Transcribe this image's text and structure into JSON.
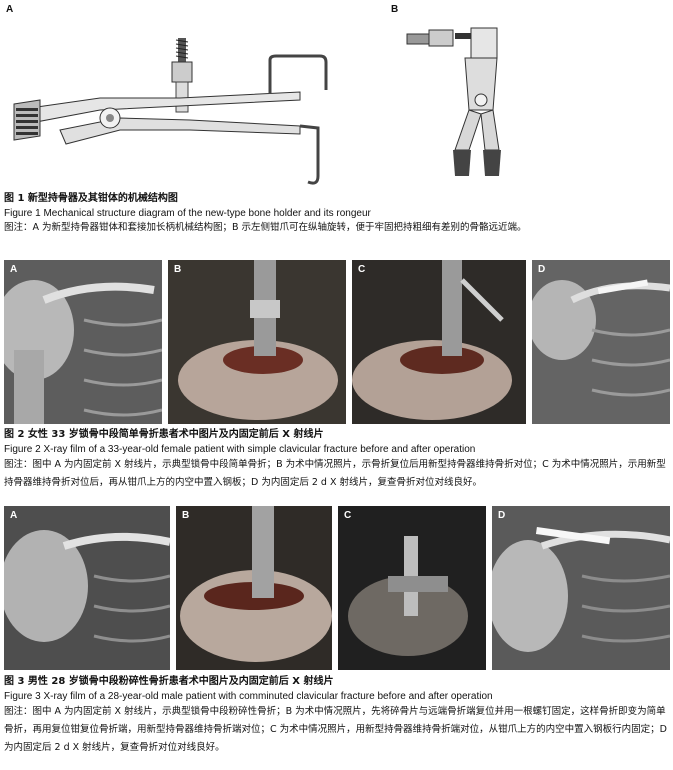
{
  "figure1": {
    "panel_labels": [
      "A",
      "B"
    ],
    "title_zh": "图 1   新型持骨器及其钳体的机械结构图",
    "title_en": "Figure 1    Mechanical structure diagram of the new-type bone holder and its rongeur",
    "note": "图注：A 为新型持骨器钳体和套接加长柄机械结构图；B 示左侧钳爪可在纵轴旋转，便于牢固把持粗细有差别的骨骼远近端。"
  },
  "figure2": {
    "panel_labels": [
      "A",
      "B",
      "C",
      "D"
    ],
    "title_zh": "图 2   女性 33 岁锁骨中段简单骨折患者术中图片及内固定前后 X 射线片",
    "title_en": "Figure 2    X-ray film of a 33-year-old female patient with simple clavicular fracture before and after operation",
    "note": "图注：图中 A 为内固定前 X 射线片，示典型锁骨中段简单骨折；B 为术中情况照片，示骨折复位后用新型持骨器维持骨折对位；C 为术中情况照片，示用新型持骨器维持骨折对位后，再从钳爪上方的内空中置入钢板；D 为内固定后 2 d X 射线片，复查骨折对位对线良好。"
  },
  "figure3": {
    "panel_labels": [
      "A",
      "B",
      "C",
      "D"
    ],
    "title_zh": "图 3   男性 28 岁锁骨中段粉碎性骨折患者术中图片及内固定前后 X 射线片",
    "title_en": "Figure 3    X-ray film of a 28-year-old male patient with comminuted clavicular fracture before and after operation",
    "note": "图注：图中 A 为内固定前 X 射线片，示典型锁骨中段粉碎性骨折；B 为术中情况照片，先将碎骨片与远端骨折端复位并用一根螺钉固定，这样骨折即变为简单骨折，再用复位钳复位骨折端，用新型持骨器维持骨折端对位；C 为术中情况照片，用新型持骨器维持骨折端对位，从钳爪上方的内空中置入钢板行内固定；D 为内固定后 2 d X 射线片，复查骨折对位对线良好。"
  }
}
